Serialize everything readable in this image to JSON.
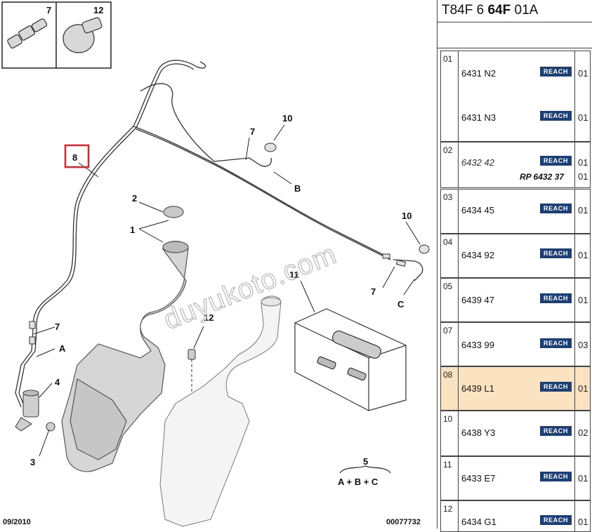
{
  "diagram": {
    "callouts": {
      "c1": "1",
      "c2": "2",
      "c3": "3",
      "c4": "4",
      "c5": "5",
      "c7a": "7",
      "c7b": "7",
      "c7c": "7",
      "c8": "8",
      "c10a": "10",
      "c10b": "10",
      "c11": "11",
      "c12": "12"
    },
    "inset_labels": {
      "i7": "7",
      "i12": "12"
    },
    "letters": {
      "a": "A",
      "b": "B",
      "c": "C"
    },
    "formula": "A + B + C",
    "date": "09/2010",
    "ref_number": "00077732",
    "watermark": "duyukoto.com",
    "highlight_color": "#d9262c"
  },
  "panel": {
    "header": {
      "prefix": "T84F 6 ",
      "bold": "64F",
      "suffix": " 01A"
    },
    "badge_label": "REACH",
    "badge_color": "#1d3f78",
    "selected_color": "#fbe3c2",
    "rows": [
      {
        "num": "01",
        "parts": [
          {
            "ref": "6431 N2",
            "qty": "01"
          },
          {
            "ref": "6431 N3",
            "qty": "01"
          }
        ]
      },
      {
        "num": "02",
        "parts": [
          {
            "ref": "6432 42",
            "qty": "01",
            "qty2": "01",
            "rp": "RP 6432 37"
          }
        ]
      },
      {
        "num": "03",
        "parts": [
          {
            "ref": "6434 45",
            "qty": "01"
          }
        ]
      },
      {
        "num": "04",
        "parts": [
          {
            "ref": "6434 92",
            "qty": "01"
          }
        ]
      },
      {
        "num": "05",
        "parts": [
          {
            "ref": "6439 47",
            "qty": "01"
          }
        ]
      },
      {
        "num": "07",
        "parts": [
          {
            "ref": "6433 99",
            "qty": "03"
          }
        ]
      },
      {
        "num": "08",
        "selected": true,
        "parts": [
          {
            "ref": "6439 L1",
            "qty": "01"
          }
        ]
      },
      {
        "num": "10",
        "parts": [
          {
            "ref": "6438 Y3",
            "qty": "02"
          }
        ]
      },
      {
        "num": "11",
        "parts": [
          {
            "ref": "6433 E7",
            "qty": "01"
          }
        ]
      },
      {
        "num": "12",
        "parts": [
          {
            "ref": "6434 G1",
            "qty": "01"
          }
        ]
      }
    ]
  }
}
